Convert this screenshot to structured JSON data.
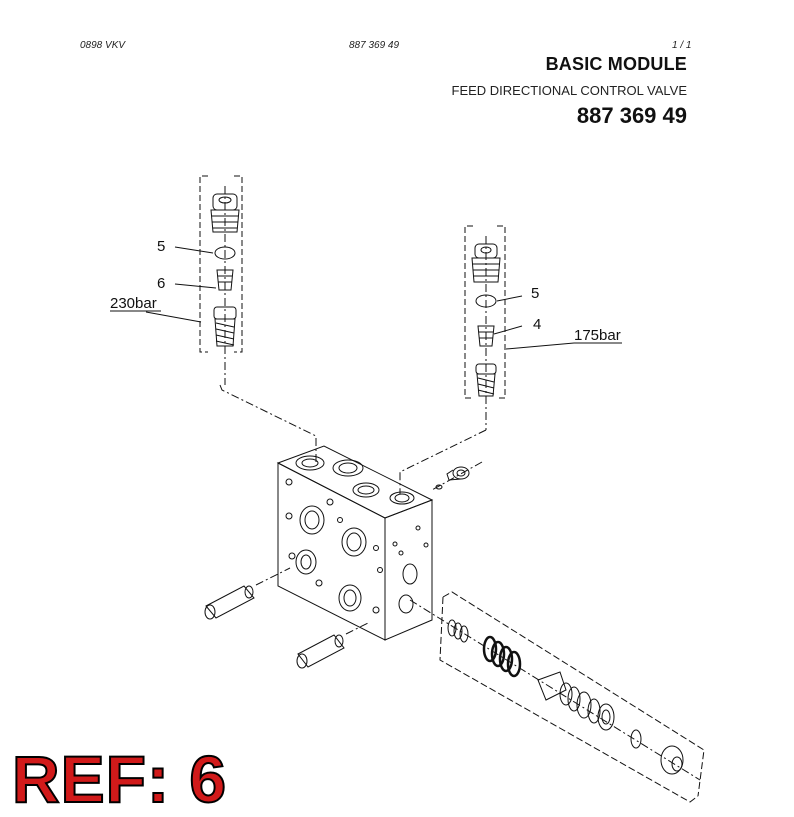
{
  "header": {
    "date_code": "0898  VKV",
    "doc_number": "887 369 49",
    "page": "1  /  1"
  },
  "title": "BASIC MODULE",
  "subtitle": "FEED DIRECTIONAL CONTROL VALVE",
  "part_number": "887 369 49",
  "callouts": {
    "left_seal": "5",
    "left_cone": "6",
    "left_pressure": "230bar",
    "right_seal": "5",
    "right_cone": "4",
    "right_pressure": "175bar"
  },
  "reference": "REF: 6",
  "colors": {
    "reference_text": "#d11a1a",
    "line": "#111111"
  }
}
